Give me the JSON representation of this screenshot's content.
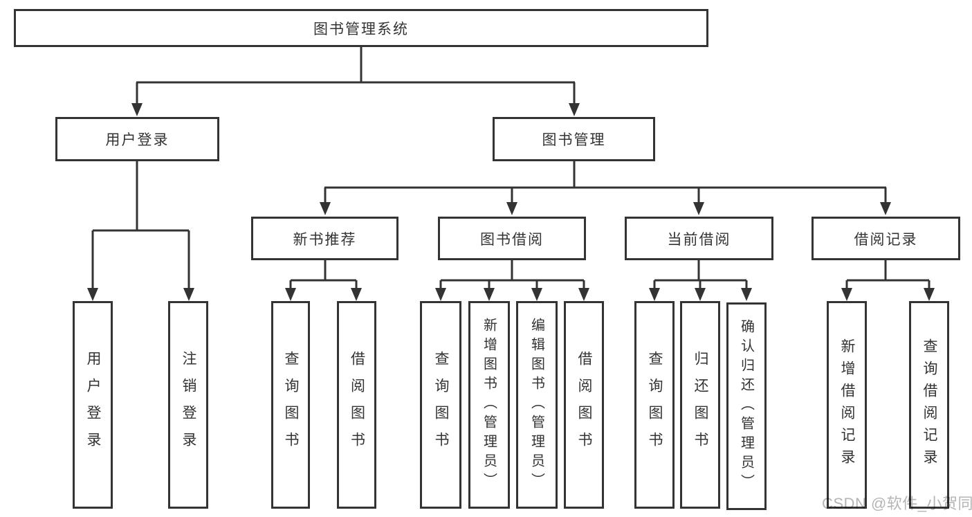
{
  "diagram": {
    "title": "图书管理系统",
    "root": {
      "label": "图书管理系统"
    },
    "level2": [
      {
        "label": "用户登录"
      },
      {
        "label": "图书管理"
      }
    ],
    "level3": [
      {
        "label": "新书推荐",
        "parent": "图书管理"
      },
      {
        "label": "图书借阅",
        "parent": "图书管理"
      },
      {
        "label": "当前借阅",
        "parent": "图书管理"
      },
      {
        "label": "借阅记录",
        "parent": "图书管理"
      }
    ],
    "leaves": [
      {
        "label": "用户登录",
        "parent": "用户登录"
      },
      {
        "label": "注销登录",
        "parent": "用户登录"
      },
      {
        "label": "查询图书",
        "parent": "新书推荐"
      },
      {
        "label": "借阅图书",
        "parent": "新书推荐"
      },
      {
        "label": "查询图书",
        "parent": "图书借阅"
      },
      {
        "label": "新增图书（管理员）",
        "parent": "图书借阅"
      },
      {
        "label": "编辑图书（管理员）",
        "parent": "图书借阅"
      },
      {
        "label": "借阅图书",
        "parent": "图书借阅"
      },
      {
        "label": "查询图书",
        "parent": "当前借阅"
      },
      {
        "label": "归还图书",
        "parent": "当前借阅"
      },
      {
        "label": "确认归还（管理员）",
        "parent": "当前借阅"
      },
      {
        "label": "新增借阅记录",
        "parent": "借阅记录"
      },
      {
        "label": "查询借阅记录",
        "parent": "借阅记录"
      }
    ]
  },
  "watermark": {
    "text": "CSDN @软件_小贺同学"
  },
  "colors": {
    "line": "#333333",
    "box_border": "#333333",
    "box_background": "#ffffff",
    "text": "#333333",
    "watermark": "#b5b5b5",
    "page_background": "#ffffff"
  }
}
